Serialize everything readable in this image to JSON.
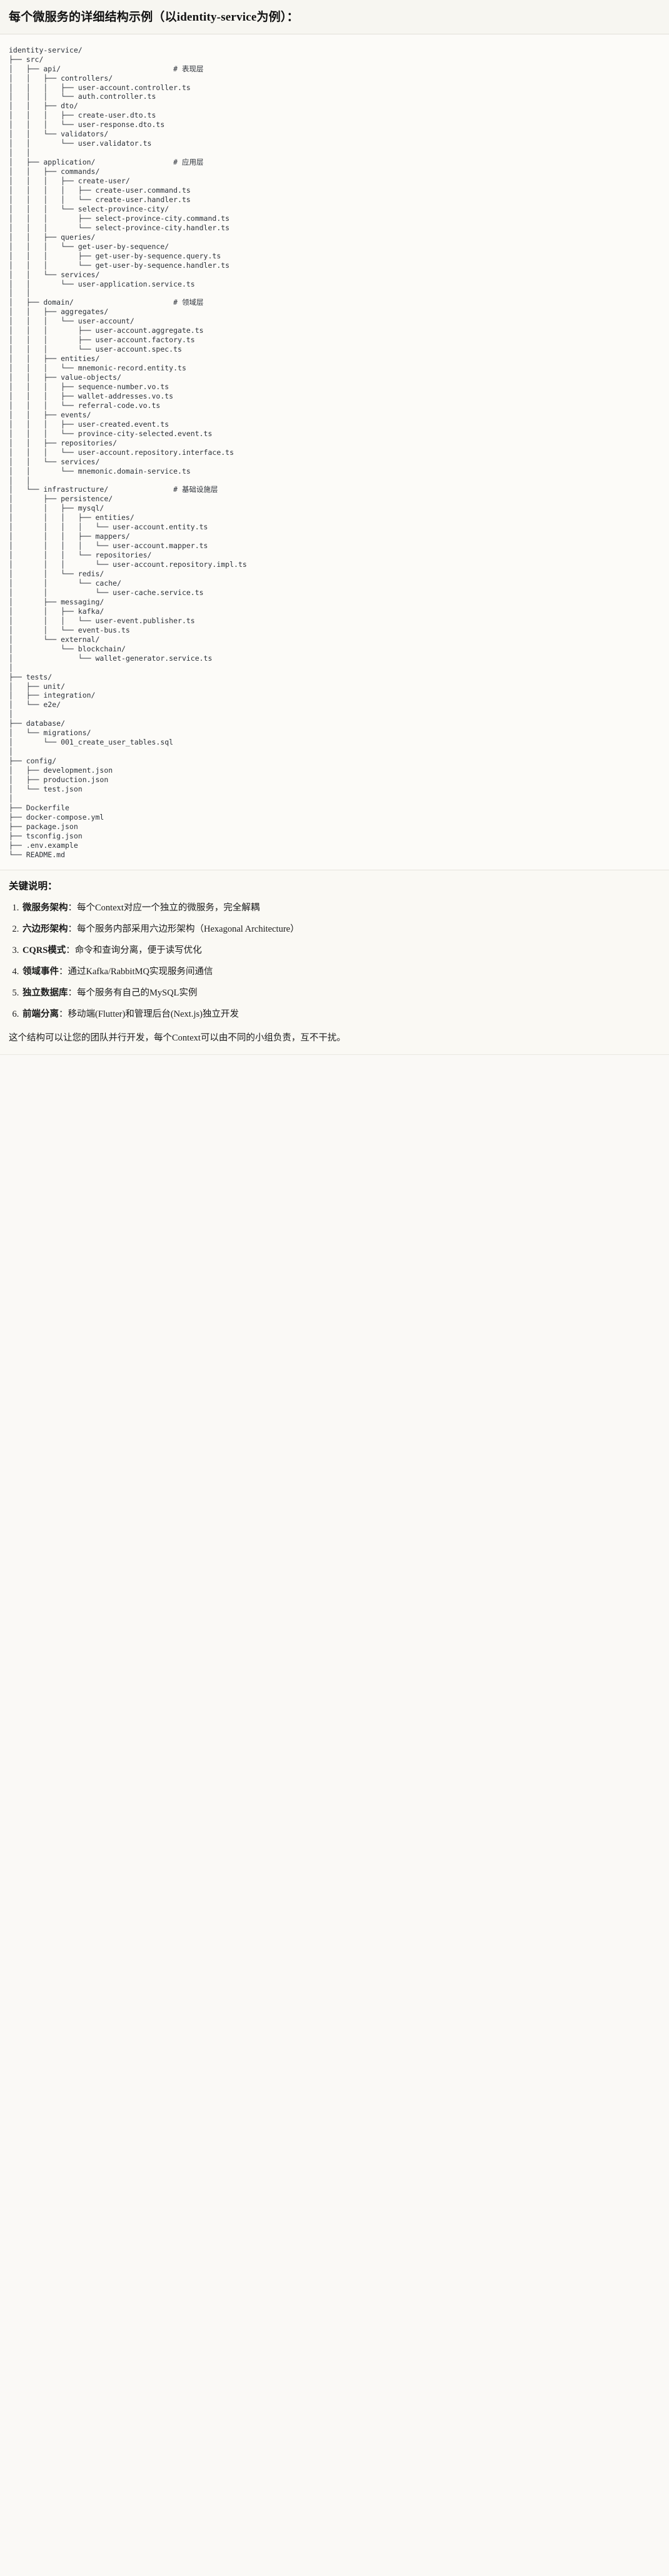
{
  "header": {
    "title": "每个微服务的详细结构示例（以identity-service为例）："
  },
  "tree": {
    "root": "identity-service/",
    "lines": [
      "identity-service/",
      "├── src/",
      "│   ├── api/                          # 表现层",
      "│   │   ├── controllers/",
      "│   │   │   ├── user-account.controller.ts",
      "│   │   │   └── auth.controller.ts",
      "│   │   ├── dto/",
      "│   │   │   ├── create-user.dto.ts",
      "│   │   │   └── user-response.dto.ts",
      "│   │   └── validators/",
      "│   │       └── user.validator.ts",
      "│   │",
      "│   ├── application/                  # 应用层",
      "│   │   ├── commands/",
      "│   │   │   ├── create-user/",
      "│   │   │   │   ├── create-user.command.ts",
      "│   │   │   │   └── create-user.handler.ts",
      "│   │   │   └── select-province-city/",
      "│   │   │       ├── select-province-city.command.ts",
      "│   │   │       └── select-province-city.handler.ts",
      "│   │   ├── queries/",
      "│   │   │   └── get-user-by-sequence/",
      "│   │   │       ├── get-user-by-sequence.query.ts",
      "│   │   │       └── get-user-by-sequence.handler.ts",
      "│   │   └── services/",
      "│   │       └── user-application.service.ts",
      "│   │",
      "│   ├── domain/                       # 领域层",
      "│   │   ├── aggregates/",
      "│   │   │   └── user-account/",
      "│   │   │       ├── user-account.aggregate.ts",
      "│   │   │       ├── user-account.factory.ts",
      "│   │   │       └── user-account.spec.ts",
      "│   │   ├── entities/",
      "│   │   │   └── mnemonic-record.entity.ts",
      "│   │   ├── value-objects/",
      "│   │   │   ├── sequence-number.vo.ts",
      "│   │   │   ├── wallet-addresses.vo.ts",
      "│   │   │   └── referral-code.vo.ts",
      "│   │   ├── events/",
      "│   │   │   ├── user-created.event.ts",
      "│   │   │   └── province-city-selected.event.ts",
      "│   │   ├── repositories/",
      "│   │   │   └── user-account.repository.interface.ts",
      "│   │   └── services/",
      "│   │       └── mnemonic.domain-service.ts",
      "│   │",
      "│   └── infrastructure/               # 基础设施层",
      "│       ├── persistence/",
      "│       │   ├── mysql/",
      "│       │   │   ├── entities/",
      "│       │   │   │   └── user-account.entity.ts",
      "│       │   │   ├── mappers/",
      "│       │   │   │   └── user-account.mapper.ts",
      "│       │   │   └── repositories/",
      "│       │   │       └── user-account.repository.impl.ts",
      "│       │   └── redis/",
      "│       │       └── cache/",
      "│       │           └── user-cache.service.ts",
      "│       ├── messaging/",
      "│       │   ├── kafka/",
      "│       │   │   └── user-event.publisher.ts",
      "│       │   └── event-bus.ts",
      "│       └── external/",
      "│           └── blockchain/",
      "│               └── wallet-generator.service.ts",
      "│",
      "├── tests/",
      "│   ├── unit/",
      "│   ├── integration/",
      "│   └── e2e/",
      "│",
      "├── database/",
      "│   └── migrations/",
      "│       └── 001_create_user_tables.sql",
      "│",
      "├── config/",
      "│   ├── development.json",
      "│   ├── production.json",
      "│   └── test.json",
      "│",
      "├── Dockerfile",
      "├── docker-compose.yml",
      "├── package.json",
      "├── tsconfig.json",
      "├── .env.example",
      "└── README.md"
    ],
    "layer_comments": [
      {
        "path": "api/",
        "comment": "# 表现层"
      },
      {
        "path": "application/",
        "comment": "# 应用层"
      },
      {
        "path": "domain/",
        "comment": "# 领域层"
      },
      {
        "path": "infrastructure/",
        "comment": "# 基础设施层"
      }
    ]
  },
  "notes": {
    "heading": "关键说明：",
    "items": [
      {
        "term": "微服务架构",
        "sep": "：",
        "desc": "每个Context对应一个独立的微服务，完全解耦"
      },
      {
        "term": "六边形架构",
        "sep": "：",
        "desc": "每个服务内部采用六边形架构（Hexagonal Architecture）"
      },
      {
        "term": "CQRS模式",
        "sep": "：",
        "desc": "命令和查询分离，便于读写优化"
      },
      {
        "term": "领域事件",
        "sep": "：",
        "desc": "通过Kafka/RabbitMQ实现服务间通信"
      },
      {
        "term": "独立数据库",
        "sep": "：",
        "desc": "每个服务有自己的MySQL实例"
      },
      {
        "term": "前端分离",
        "sep": "：",
        "desc": "移动端(Flutter)和管理后台(Next.js)独立开发"
      }
    ],
    "closing": "这个结构可以让您的团队并行开发，每个Context可以由不同的小组负责，互不干扰。"
  }
}
